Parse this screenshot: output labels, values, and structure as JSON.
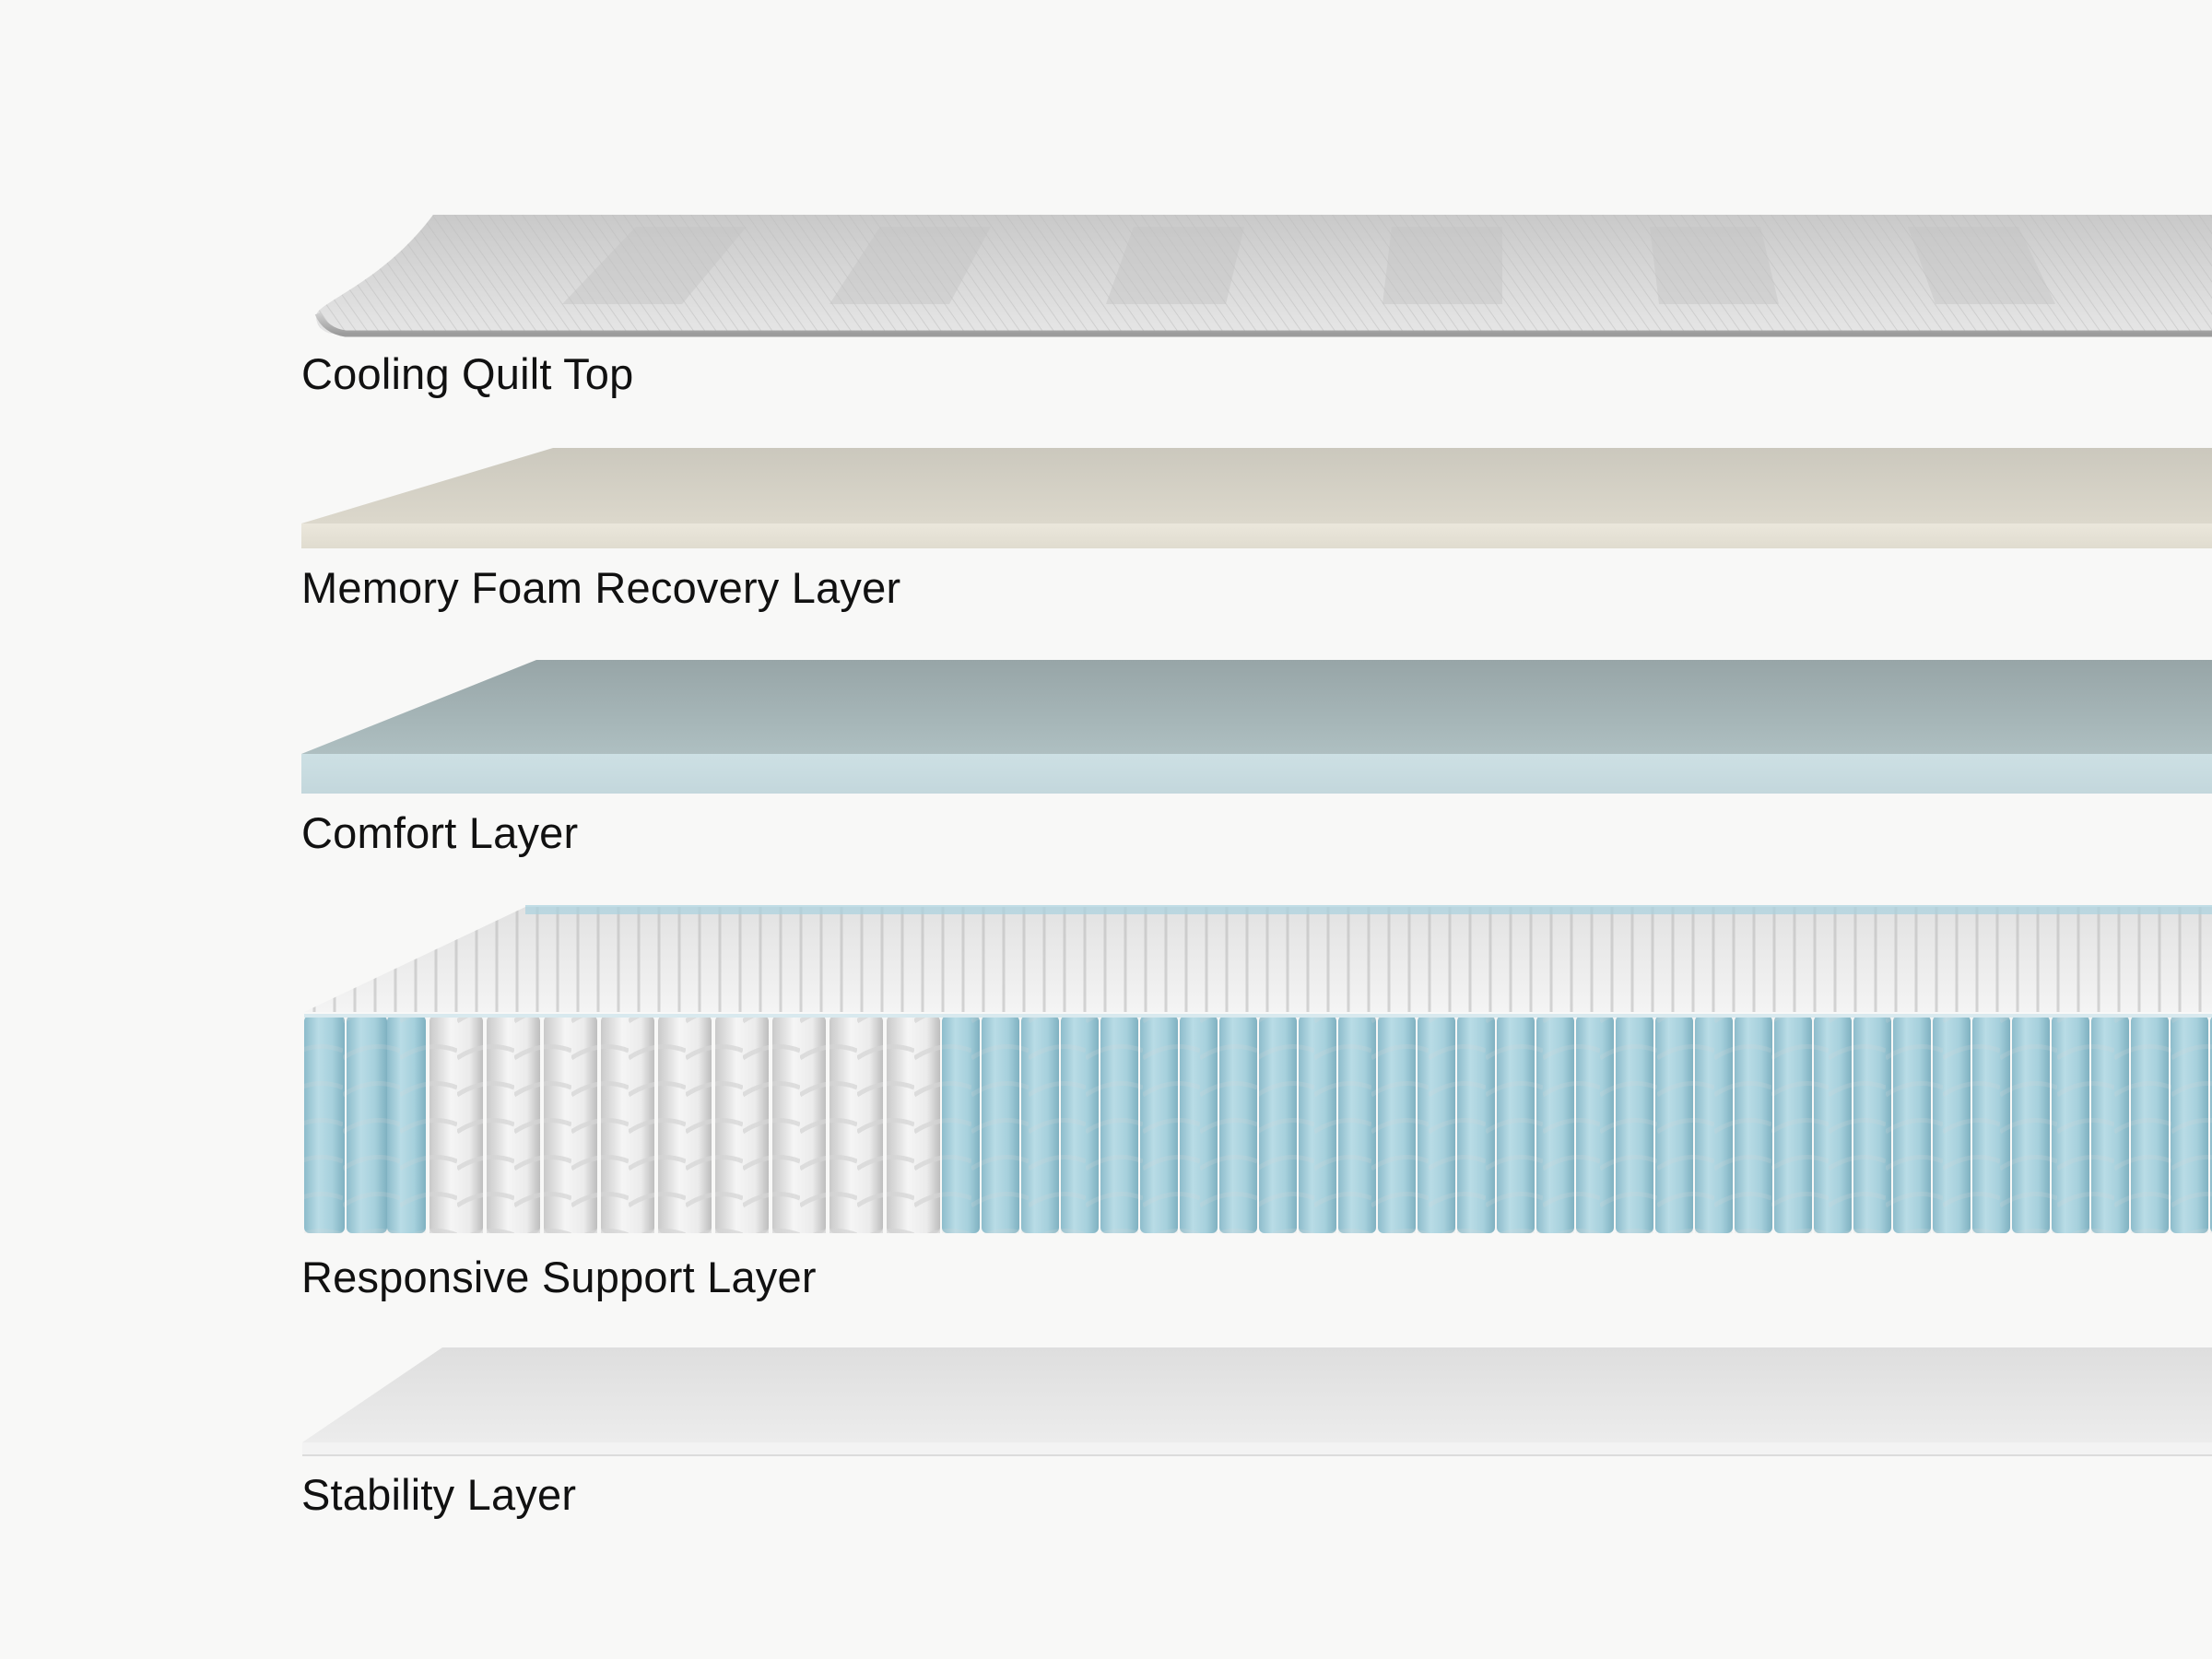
{
  "layers": [
    {
      "id": "cooling-quilt-top",
      "label": "Cooling Quilt Top",
      "color": "#d3d3d3"
    },
    {
      "id": "memory-foam-recovery-layer",
      "label": "Memory Foam Recovery Layer",
      "color": "#e4e0d4"
    },
    {
      "id": "comfort-layer",
      "label": "Comfort Layer",
      "color": "#bfd3d8"
    },
    {
      "id": "responsive-support-layer",
      "label": "Responsive Support Layer",
      "color": "#a9d2de",
      "inner_color": "#ececec"
    },
    {
      "id": "stability-layer",
      "label": "Stability Layer",
      "color": "#ebebeb"
    }
  ],
  "colors": {
    "background": "#f8f8f7",
    "label_text": "#111111"
  }
}
